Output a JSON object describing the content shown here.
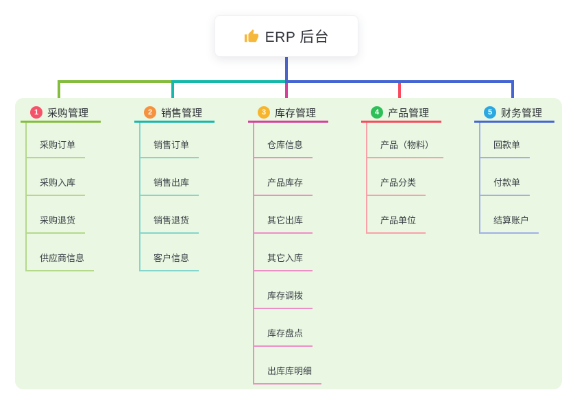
{
  "root": {
    "label": "ERP 后台",
    "icon": "thumbs-up-icon",
    "icon_color": "#f5b83d"
  },
  "panel": {
    "bg_color": "#eaf7e2"
  },
  "connector": {
    "root_line_color": "#4c63c8"
  },
  "branches": [
    {
      "index": "1",
      "title": "采购管理",
      "badge_color": "#f4536a",
      "main_color": "#84bd3e",
      "light_color": "#b4d98b",
      "children": [
        "采购订单",
        "采购入库",
        "采购退货",
        "供应商信息"
      ]
    },
    {
      "index": "2",
      "title": "销售管理",
      "badge_color": "#f6913e",
      "main_color": "#16b8ac",
      "light_color": "#84d5cb",
      "children": [
        "销售订单",
        "销售出库",
        "销售退货",
        "客户信息"
      ]
    },
    {
      "index": "3",
      "title": "库存管理",
      "badge_color": "#f7b52c",
      "main_color": "#d6409b",
      "light_color": "#ee8ec6",
      "children": [
        "仓库信息",
        "产品库存",
        "其它出库",
        "其它入库",
        "库存调拨",
        "库存盘点",
        "出库库明细"
      ]
    },
    {
      "index": "4",
      "title": "产品管理",
      "badge_color": "#2fbf58",
      "main_color": "#f84a5e",
      "light_color": "#f9a0a8",
      "children": [
        "产品（物料）",
        "产品分类",
        "产品单位"
      ]
    },
    {
      "index": "5",
      "title": "财务管理",
      "badge_color": "#2ba7e2",
      "main_color": "#4465d2",
      "light_color": "#9fb0e6",
      "children": [
        "回款单",
        "付款单",
        "结算账户"
      ]
    }
  ]
}
